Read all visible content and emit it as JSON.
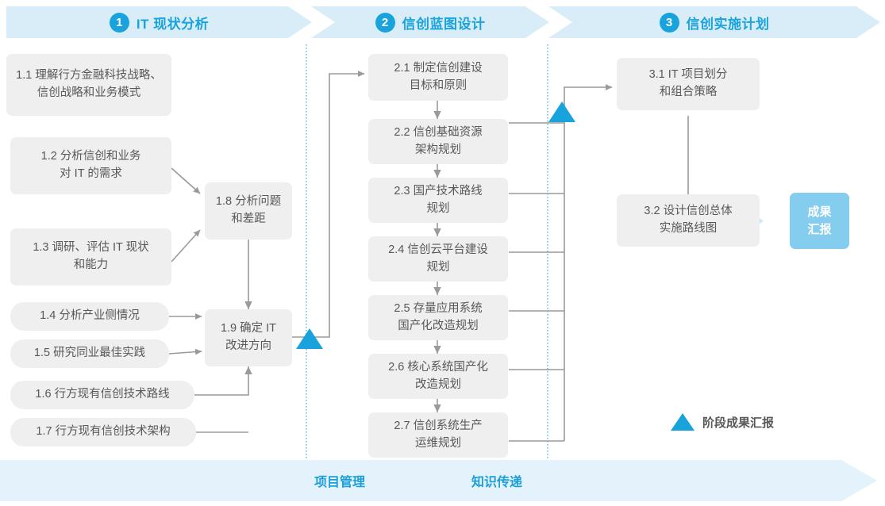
{
  "phases": [
    {
      "num": "1",
      "title": "IT 现状分析"
    },
    {
      "num": "2",
      "title": "信创蓝图设计"
    },
    {
      "num": "3",
      "title": "信创实施计划"
    }
  ],
  "boxes": {
    "b11": "1.1 理解行方金融科技战略、\n信创战略和业务模式",
    "b12": "1.2 分析信创和业务\n对 IT 的需求",
    "b13": "1.3 调研、评估 IT 现状\n和能力",
    "b14": "1.4 分析产业侧情况",
    "b15": "1.5 研究同业最佳实践",
    "b16": "1.6 行方现有信创技术路线",
    "b17": "1.7 行方现有信创技术架构",
    "b18": "1.8 分析问题\n和差距",
    "b19": "1.9 确定 IT\n改进方向",
    "b21": "2.1 制定信创建设\n目标和原则",
    "b22": "2.2 信创基础资源\n架构规划",
    "b23": "2.3 国产技术路线\n规划",
    "b24": "2.4 信创云平台建设\n规划",
    "b25": "2.5 存量应用系统\n国产化改造规划",
    "b26": "2.6 核心系统国产化\n改造规划",
    "b27": "2.7 信创系统生产\n运维规划",
    "b31": "3.1 IT 项目划分\n和组合策略",
    "b32": "3.2 设计信创总体\n实施路线图",
    "result": "成果\n汇报"
  },
  "legend": {
    "milestone_label": "阶段成果汇报"
  },
  "bottom": {
    "lane1": "项目管理",
    "lane2": "知识传递"
  },
  "colors": {
    "accent": "#18a3dc",
    "band": "#d9edf8",
    "bottom_band": "#e4f3fb",
    "box_fill": "#efefef",
    "box_text": "#58585a",
    "result_fill": "#85cdee",
    "connector": "#9a9a9a",
    "divider": "#4cb8e4"
  }
}
